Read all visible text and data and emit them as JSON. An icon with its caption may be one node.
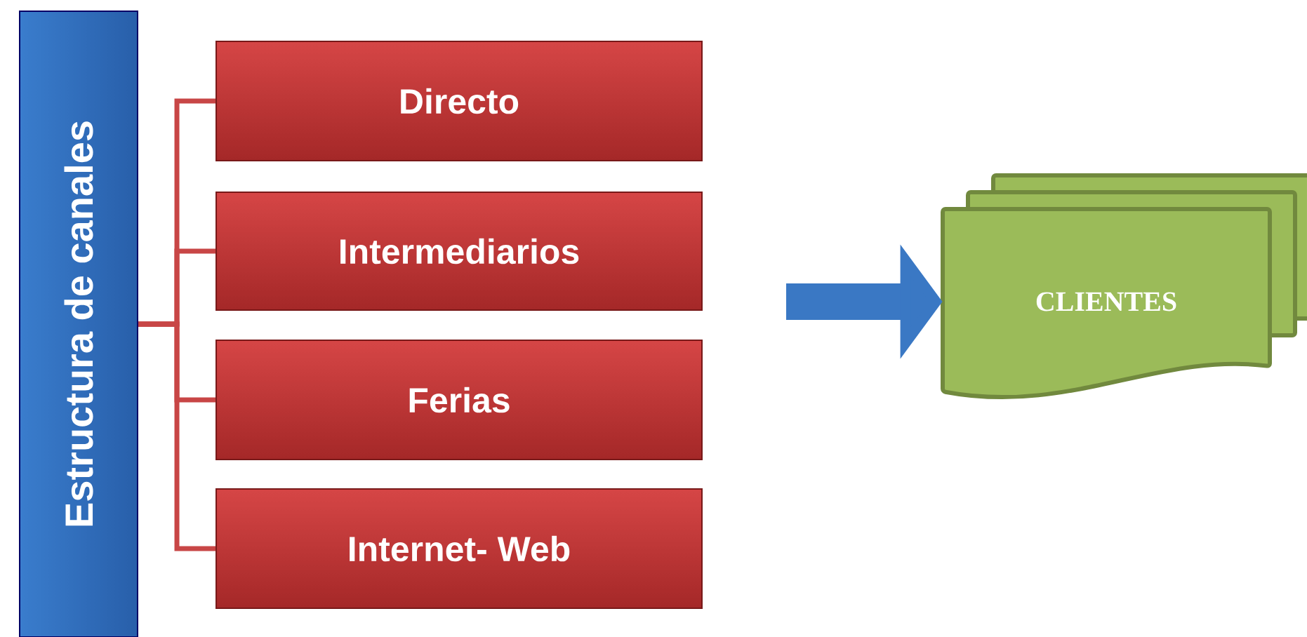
{
  "diagram": {
    "nodes": [
      {
        "text": [
          "Estructura de canales"
        ]
      },
      {
        "text": [
          "Directo"
        ]
      },
      {
        "text": [
          "Intermediarios"
        ]
      },
      {
        "text": [
          "Ferias"
        ]
      },
      {
        "text": [
          "Internet- Web"
        ]
      },
      {
        "text": [
          "CLIENTES"
        ]
      }
    ],
    "edges": [
      {
        "from": 0,
        "to": 1,
        "arrow": "none"
      },
      {
        "from": 0,
        "to": 2,
        "arrow": "none"
      },
      {
        "from": 0,
        "to": 3,
        "arrow": "none"
      },
      {
        "from": 0,
        "to": 4,
        "arrow": "none"
      },
      {
        "from": null,
        "to": 5,
        "arrow": "to",
        "style": "thick",
        "color": "#3a78c4"
      }
    ]
  }
}
